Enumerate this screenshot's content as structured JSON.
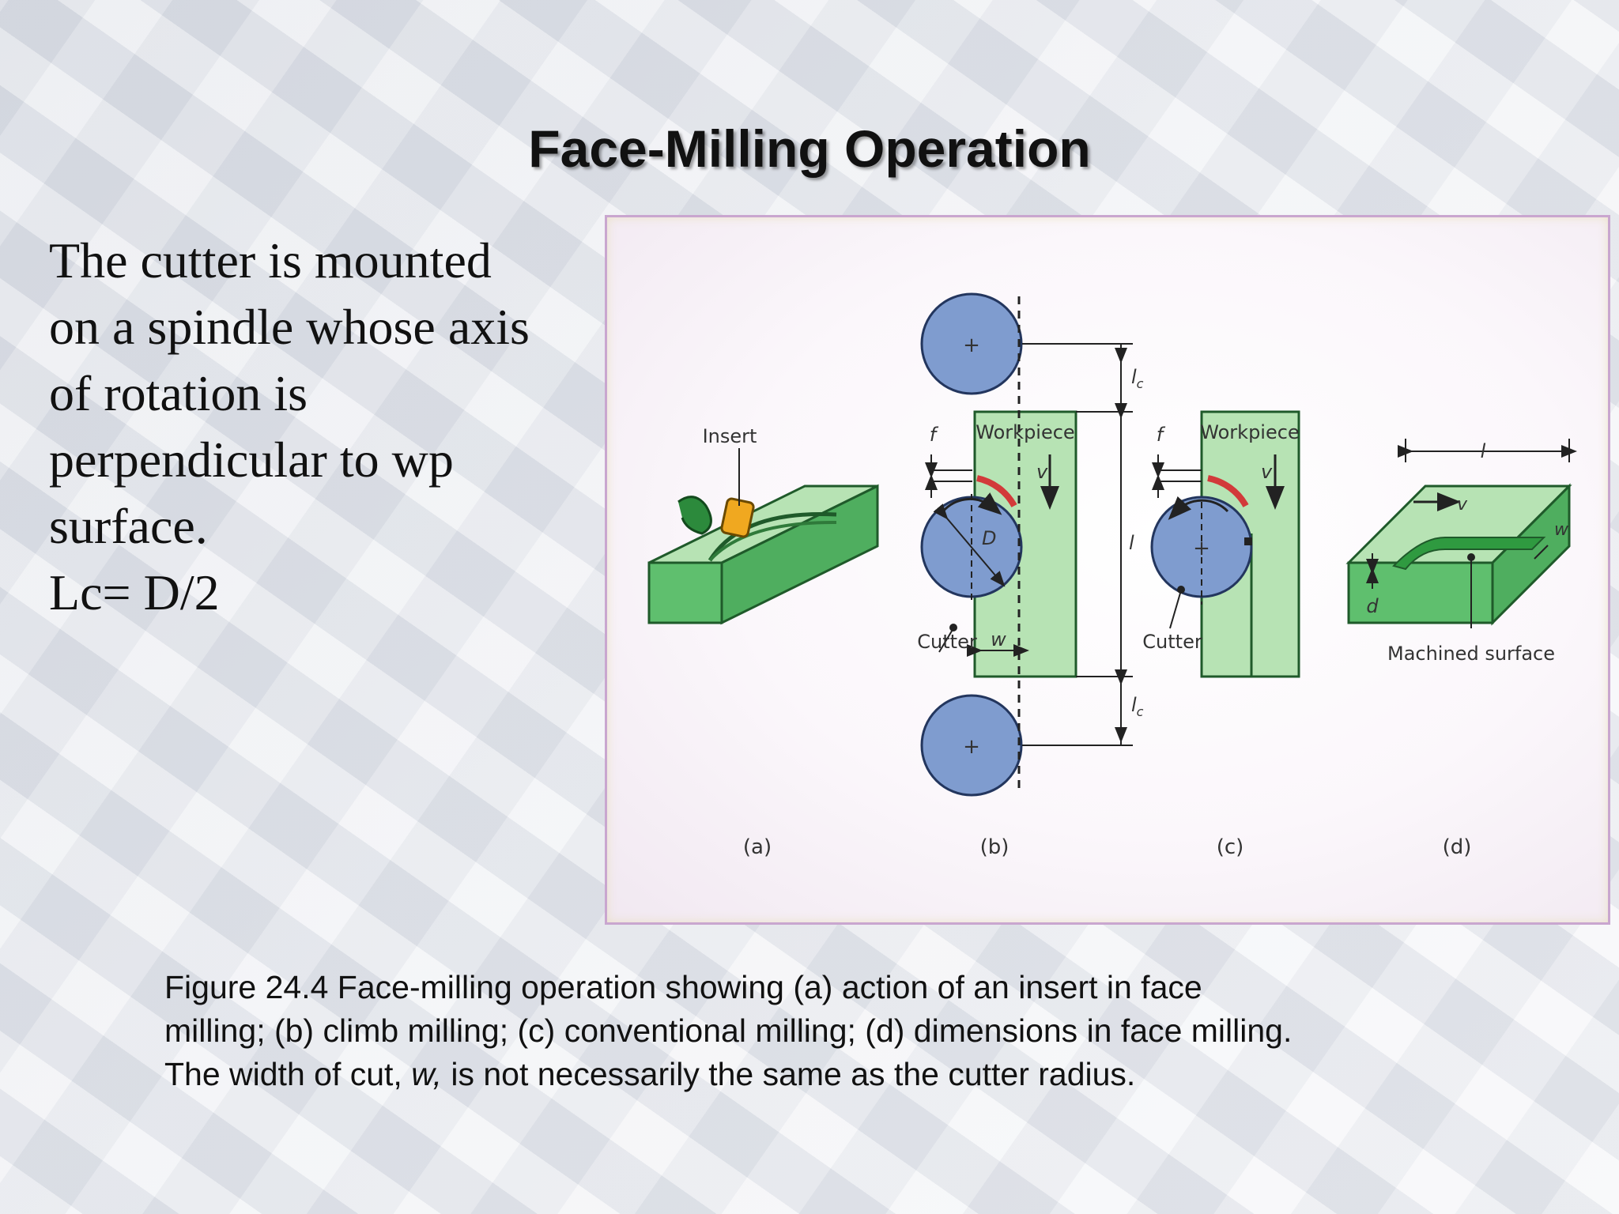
{
  "slide": {
    "title": "Face-Milling Operation",
    "body_lines": [
      " The cutter is mounted",
      "on a spindle whose axis",
      "of rotation is",
      "perpendicular to wp",
      "surface.",
      "Lc= D/2"
    ]
  },
  "figure": {
    "labels": {
      "insert": "Insert",
      "workpiece_b": "Workpiece",
      "workpiece_c": "Workpiece",
      "cutter_b": "Cutter",
      "cutter_c": "Cutter",
      "machined_surface": "Machined surface",
      "f_b": "f",
      "f_c": "f",
      "v_b": "v",
      "v_c": "v",
      "v_d": "v",
      "D": "D",
      "w_b": "w",
      "w_d": "w",
      "lc_top": "l",
      "lc_top_sub": "c",
      "lc_bottom": "l",
      "lc_bottom_sub": "c",
      "l_b": "l",
      "l_d": "l",
      "d_d": "d",
      "plus": "+"
    },
    "panels": [
      "(a)",
      "(b)",
      "(c)",
      "(d)"
    ]
  },
  "caption": {
    "line1": "Figure 24.4  Face-milling operation showing (a) action of an insert in face",
    "line2": "milling; (b) climb milling; (c) conventional milling; (d) dimensions in face milling.",
    "line3_a": "The width of cut, ",
    "line3_b": "w,",
    "line3_c": " is not necessarily the same as the cutter radius."
  },
  "colors": {
    "workpiece_green": "#a8dca8",
    "block_green": "#6cc27a",
    "cutter_blue": "#7f9ccf",
    "chip_red": "#d23a3a",
    "insert_orange": "#f0a820"
  }
}
